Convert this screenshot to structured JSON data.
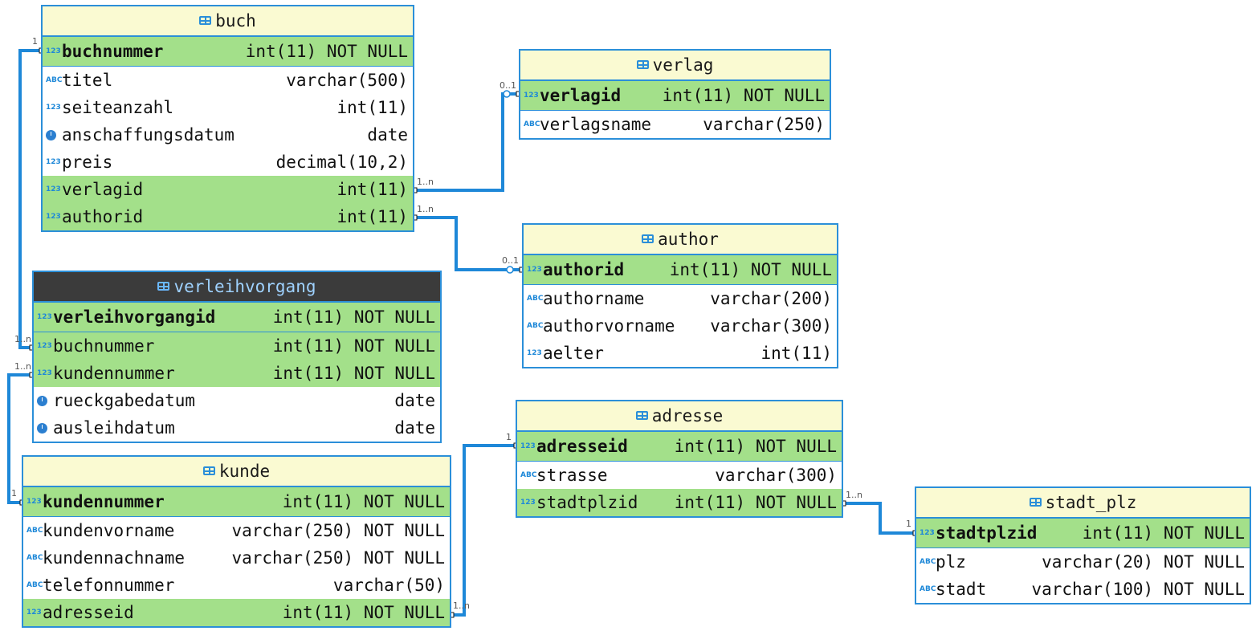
{
  "entities": {
    "buch": {
      "name": "buch",
      "pk": [
        {
          "name": "buchnummer",
          "type": "int(11) NOT NULL"
        }
      ],
      "cols": [
        {
          "name": "titel",
          "type": "varchar(500)",
          "icon": "abc"
        },
        {
          "name": "seiteanzahl",
          "type": "int(11)",
          "icon": "num"
        },
        {
          "name": "anschaffungsdatum",
          "type": "date",
          "icon": "clock"
        },
        {
          "name": "preis",
          "type": "decimal(10,2)",
          "icon": "num"
        },
        {
          "name": "verlagid",
          "type": "int(11)",
          "icon": "fk"
        },
        {
          "name": "authorid",
          "type": "int(11)",
          "icon": "fk"
        }
      ]
    },
    "verlag": {
      "name": "verlag",
      "pk": [
        {
          "name": "verlagid",
          "type": "int(11) NOT NULL"
        }
      ],
      "cols": [
        {
          "name": "verlagsname",
          "type": "varchar(250)",
          "icon": "abc"
        }
      ]
    },
    "author": {
      "name": "author",
      "pk": [
        {
          "name": "authorid",
          "type": "int(11) NOT NULL"
        }
      ],
      "cols": [
        {
          "name": "authorname",
          "type": "varchar(200)",
          "icon": "abc"
        },
        {
          "name": "authorvorname",
          "type": "varchar(300)",
          "icon": "abc"
        },
        {
          "name": "aelter",
          "type": "int(11)",
          "icon": "num"
        }
      ]
    },
    "verleihvorgang": {
      "name": "verleihvorgang",
      "pk": [
        {
          "name": "verleihvorgangid",
          "type": "int(11) NOT NULL"
        }
      ],
      "cols": [
        {
          "name": "buchnummer",
          "type": "int(11) NOT NULL",
          "icon": "fk"
        },
        {
          "name": "kundennummer",
          "type": "int(11) NOT NULL",
          "icon": "fk"
        },
        {
          "name": "rueckgabedatum",
          "type": "date",
          "icon": "clock"
        },
        {
          "name": "ausleihdatum",
          "type": "date",
          "icon": "clock"
        }
      ]
    },
    "adresse": {
      "name": "adresse",
      "pk": [
        {
          "name": "adresseid",
          "type": "int(11) NOT NULL"
        }
      ],
      "cols": [
        {
          "name": "strasse",
          "type": "varchar(300)",
          "icon": "abc"
        },
        {
          "name": "stadtplzid",
          "type": "int(11) NOT NULL",
          "icon": "fk"
        }
      ]
    },
    "kunde": {
      "name": "kunde",
      "pk": [
        {
          "name": "kundennummer",
          "type": "int(11) NOT NULL"
        }
      ],
      "cols": [
        {
          "name": "kundenvorname",
          "type": "varchar(250) NOT NULL",
          "icon": "abc"
        },
        {
          "name": "kundennachname",
          "type": "varchar(250) NOT NULL",
          "icon": "abc"
        },
        {
          "name": "telefonnummer",
          "type": "varchar(50)",
          "icon": "abc"
        },
        {
          "name": "adresseid",
          "type": "int(11) NOT NULL",
          "icon": "fk"
        }
      ]
    },
    "stadt_plz": {
      "name": "stadt_plz",
      "pk": [
        {
          "name": "stadtplzid",
          "type": "int(11) NOT NULL"
        }
      ],
      "cols": [
        {
          "name": "plz",
          "type": "varchar(20) NOT NULL",
          "icon": "abc"
        },
        {
          "name": "stadt",
          "type": "varchar(100) NOT NULL",
          "icon": "abc"
        }
      ]
    }
  },
  "icons": {
    "abc": "ABC",
    "num": "123",
    "fk": "123",
    "pk": "123"
  },
  "cardinalities": {
    "one": "1",
    "zero_one": "0..1",
    "one_n": "1..n"
  },
  "colors": {
    "border": "#2b8fd9",
    "header": "#fafad2",
    "key_row": "#a3e08a",
    "selected_header": "#3b3b3b",
    "wire": "#1e88d8"
  }
}
